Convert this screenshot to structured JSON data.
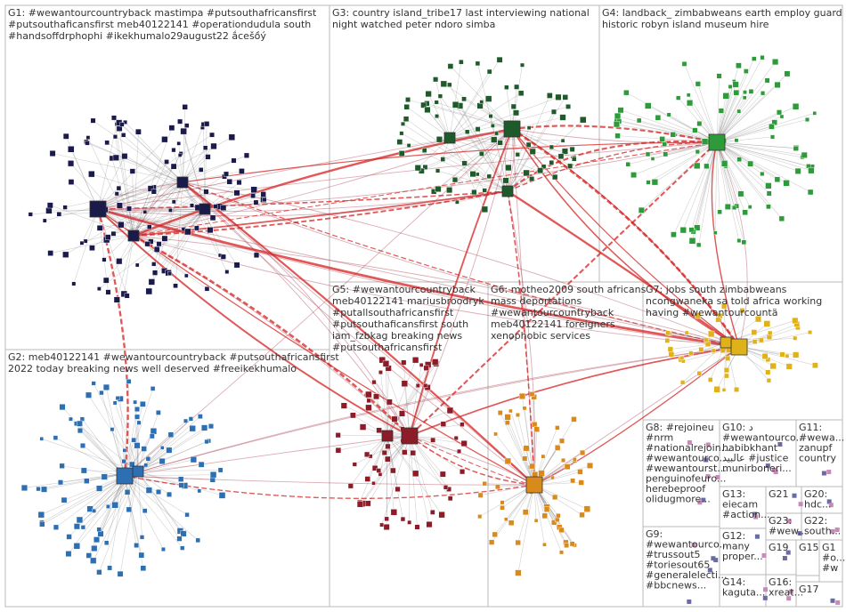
{
  "colors": {
    "edge_gray": "#7a7a7a",
    "edge_red": "#d62020",
    "edge_pink": "#b04a5a",
    "G1": "#1b1b4b",
    "G2": "#2d6fb3",
    "G3": "#1f5a2a",
    "G4": "#2e9b3a",
    "G5": "#8c1c28",
    "G6": "#d98a1c",
    "G7": "#e0b21a",
    "G8": "#6a6aa8",
    "box_border": "#b8b8b8"
  },
  "groups": [
    {
      "id": "G1",
      "lines": [
        "G1: #wewantourcountryback mastimpa #putsouthafricansfirst",
        "#putsouthaficansfirst meb40122141 #operationdudula south",
        "#handsoffdrphophi #ikekhumalo29august22 ắcešồý"
      ]
    },
    {
      "id": "G2",
      "lines": [
        "G2: meb40122141 #wewantourcountryback #putsouthafricansfirst",
        "2022 today breaking news well deserved #freeikekhumalo"
      ]
    },
    {
      "id": "G3",
      "lines": [
        "G3: country island_tribe17 last interviewing national",
        "night watched peter ndoro simba"
      ]
    },
    {
      "id": "G4",
      "lines": [
        "G4: landback_ zimbabweans earth employ guard",
        "historic robyn island museum hire"
      ]
    },
    {
      "id": "G5",
      "lines": [
        "G5: #wewantourcountryback",
        "meb40122141 mariusbroodryk",
        "#putallsouthafricansfirst",
        "#putsouthaficansfirst south",
        "iam_fzbkag breaking news",
        "#putsouthafricansfirst"
      ]
    },
    {
      "id": "G6",
      "lines": [
        "G6: motheo2009 south africans",
        "mass deportations",
        "#wewantourcountryback",
        "meb40122141 foreigners",
        "xenophobic services"
      ]
    },
    {
      "id": "G7",
      "lines": [
        "G7: jobs south zimbabweans",
        "ncongwaneka sa told africa working",
        "having #wewantourcountä"
      ]
    },
    {
      "id": "G8",
      "lines": [
        "G8: #rejoineu",
        "#nrm",
        "#nationalrejoin...",
        "#wewantourco...",
        "#wewantourst...",
        "penguinofeuro...",
        "herebeproof",
        "olidugmore..."
      ]
    },
    {
      "id": "G9",
      "lines": [
        "G9:",
        "#wewantourco...",
        "#trussout5",
        "#toriesout65",
        "#generalelecti...",
        "#bbcnews..."
      ]
    },
    {
      "id": "G10",
      "lines": [
        "G10: د",
        "#wewantourco...",
        "habibkhant",
        "عالبيد #justice",
        "munirboneri..."
      ]
    },
    {
      "id": "G11",
      "lines": [
        "G11:",
        "#wewa...",
        "zanupf",
        "country"
      ]
    },
    {
      "id": "G12",
      "lines": [
        "G12:",
        "many",
        "proper..."
      ]
    },
    {
      "id": "G13",
      "lines": [
        "G13:",
        "eiecam",
        "#action..."
      ]
    },
    {
      "id": "G14",
      "lines": [
        "G14:",
        "kaguta..."
      ]
    },
    {
      "id": "G15",
      "lines": [
        "G15"
      ]
    },
    {
      "id": "G16",
      "lines": [
        "G16:",
        "xreat..."
      ]
    },
    {
      "id": "G17",
      "lines": [
        "G17"
      ]
    },
    {
      "id": "G19",
      "lines": [
        "G19"
      ]
    },
    {
      "id": "G20",
      "lines": [
        "G20:",
        "hdc..."
      ]
    },
    {
      "id": "G21",
      "lines": [
        "G21"
      ]
    },
    {
      "id": "G22",
      "lines": [
        "G22:",
        "south..."
      ]
    },
    {
      "id": "G23",
      "lines": [
        "G23:",
        "#wew..."
      ]
    },
    {
      "id": "G1b",
      "lines": [
        "G1",
        "#o...",
        "#w"
      ]
    }
  ]
}
